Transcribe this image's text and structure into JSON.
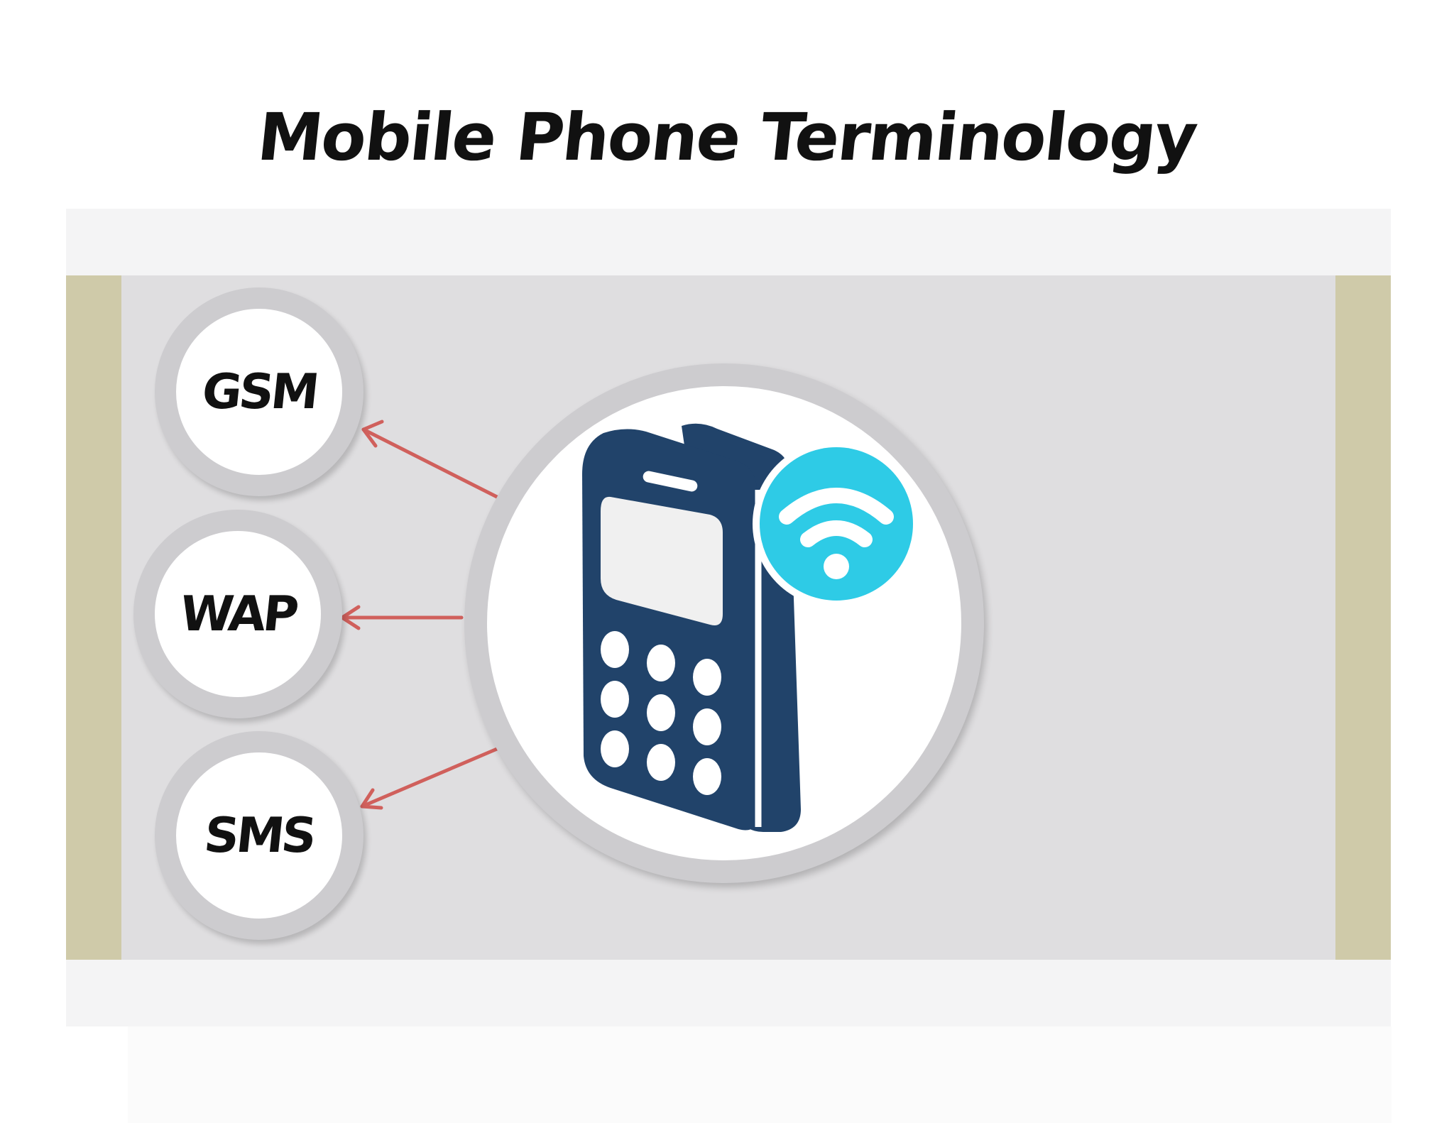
{
  "title": "Mobile Phone Terminology",
  "hub": {
    "icon": "mobile-phone-wifi-icon"
  },
  "nodes": [
    {
      "label": "GSM"
    },
    {
      "label": "WAP"
    },
    {
      "label": "SMS"
    }
  ],
  "colors": {
    "arrow": "#d0605c",
    "phone": "#21436a",
    "wifi_badge": "#2ecbe6",
    "side_bars": "#cfcaa9",
    "stage": "#dfdee0",
    "ring": "#cdcccf"
  }
}
